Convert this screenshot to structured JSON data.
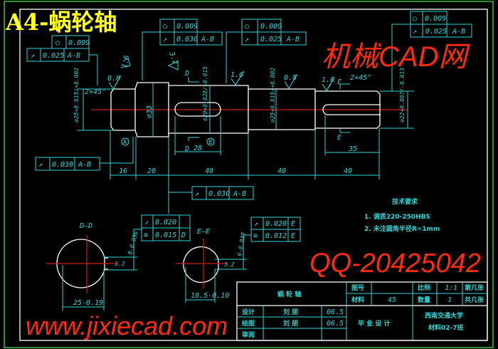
{
  "title": "A4-蜗轮轴",
  "colors": {
    "line": "#2fd6d6",
    "outline": "#ffffff",
    "center": "#c8201a",
    "border": "#3fbf3f",
    "title": "#ffff20",
    "watermark": "#ff2a10"
  },
  "fcf": {
    "top_left": {
      "row1": {
        "symbol": "circularity-icon",
        "value": "0.009"
      },
      "row2": {
        "symbol": "runout-icon",
        "value": "0.025",
        "datum": "A-B"
      }
    },
    "top_mid": {
      "row1": {
        "symbol": "circularity-icon",
        "value": "0.009"
      },
      "row2": {
        "symbol": "runout-icon",
        "value": "0.030",
        "datum": "A-B"
      }
    },
    "top_mid2": {
      "row1": {
        "symbol": "circularity-icon",
        "value": "0.009"
      },
      "row2": {
        "symbol": "runout-icon",
        "value": "0.025",
        "datum": "A-B"
      }
    },
    "top_right": {
      "row1": {
        "symbol": "circularity-icon",
        "value": "0.009"
      },
      "row2": {
        "symbol": "runout-icon",
        "value": "0.025",
        "datum": "A-B"
      }
    },
    "left": {
      "value": "0.030",
      "datum": "A-B"
    },
    "bottom": {
      "value": "0.030",
      "datum": "A-B"
    },
    "section_d": {
      "row1": {
        "value": "0.020"
      },
      "row2": {
        "value": "0.015",
        "datum": "D"
      }
    },
    "section_e": {
      "row1": {
        "value": "0.020",
        "datum": "E"
      },
      "row2": {
        "value": "0.012",
        "datum": "E"
      }
    }
  },
  "annotations": {
    "rough": [
      "1.6",
      "0.8",
      "3.2",
      "0.8",
      "1.6",
      "0.8",
      "1.6"
    ],
    "chamfer_left": "2×45°",
    "chamfer_right": "2×45°",
    "dia_left": "⌀25+0.015/+0.002",
    "dia_collar": "⌀33",
    "dia_mid": "⌀29+0.028/+0.015",
    "dia_mid2": "⌀25+0.015/+0.002",
    "dia_right": "⌀22+0.007/-0.013",
    "datum_a": "A",
    "datum_b": "B",
    "sec_d_mark": "D",
    "sec_e_mark": "E",
    "lengths": [
      "16",
      "20",
      "48",
      "40",
      "40"
    ],
    "slot_left": "28",
    "slot_right": "35"
  },
  "sections": {
    "d_title": "D—D",
    "e_title": "E—E",
    "d_width": "25-0.19",
    "e_width": "18.5-0.10",
    "d_key": "8-0.036",
    "e_key": "6-0.030",
    "rough": "3.2"
  },
  "tech_req": {
    "heading": "技术要求",
    "items": [
      "1. 调质220-250HBS",
      "2. 未注圆角半径R=1mm"
    ]
  },
  "title_block": {
    "part_name": "蜗 轮 轴",
    "drawing_no_label": "图号",
    "drawing_no": "",
    "scale_label": "比例",
    "scale": "1:1",
    "sheet_label": "第几张",
    "material_label": "材料",
    "material": "45",
    "quantity_label": "数量",
    "quantity": "1",
    "sheets_label": "共几张",
    "design_label": "设计",
    "designer": "刘 朋",
    "design_date": "06.5",
    "draw_label": "绘图",
    "drafter": "刘 朋",
    "draw_date": "06.5",
    "review_label": "审阅",
    "project": "毕 业 设 计",
    "school": "西南交通大学",
    "class": "材料02-7班"
  },
  "watermark": {
    "line1": "机械CAD网",
    "line2": "www.jixiecad.com",
    "line3": "QQ-20425042"
  }
}
